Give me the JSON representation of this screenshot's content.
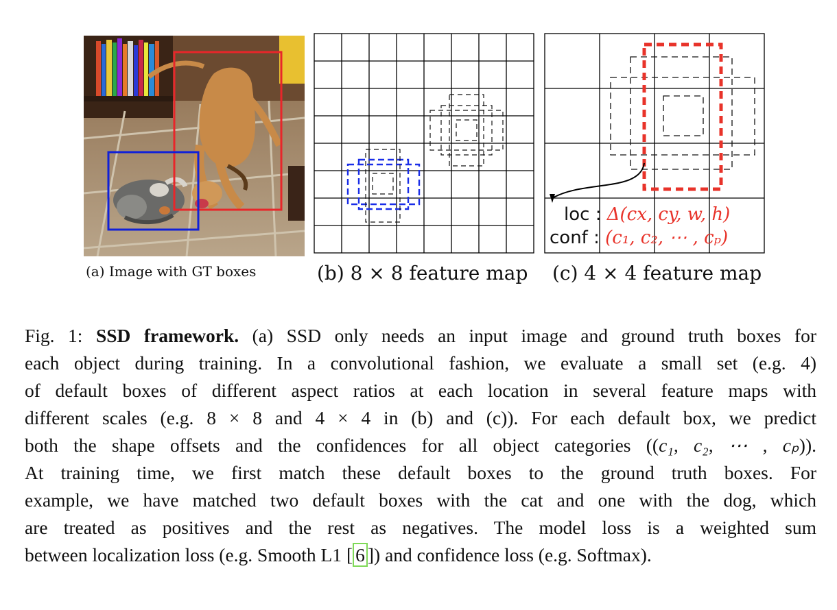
{
  "panels": {
    "a": {
      "caption": "(a) Image with GT boxes",
      "photo": "cat and dog on tiled floor with bookshelf",
      "gt_boxes": {
        "cat": "#1020d8",
        "dog": "#e8262a"
      }
    },
    "b": {
      "caption": "(b) 8 × 8 feature map"
    },
    "c": {
      "caption": "(c) 4 × 4 feature map",
      "loc_label": "loc :",
      "loc_math": "Δ(cx, cy, w, h)",
      "conf_label": "conf :",
      "conf_math": "(c₁, c₂, ⋯ , cₚ)"
    }
  },
  "caption": {
    "fig_label": "Fig. 1:",
    "title": "SSD framework.",
    "line1_rest": "(a) SSD only needs an input image and ground truth boxes for",
    "line2": "each object during training. In a convolutional fashion, we evaluate a small set (e.g. 4)",
    "line3": "of default boxes of different aspect ratios at each location in several feature maps with",
    "line4": "different scales (e.g. 8 × 8 and 4 × 4 in (b) and (c)). For each default box, we predict",
    "line5_a": "both the shape offsets and the confidences for all object categories ((",
    "line5_math": "c₁, c₂, ⋯ , cₚ",
    "line5_b": ")).",
    "line6": "At training time, we first match these default boxes to the ground truth boxes. For",
    "line7": "example, we have matched two default boxes with the cat and one with the dog, which",
    "line8": "are treated as positives and the rest as negatives. The model loss is a weighted sum",
    "line9_a": "between localization loss (e.g. Smooth L1 ",
    "ref": "6",
    "line9_b": ") and confidence loss (e.g. Softmax)."
  },
  "colors": {
    "gt_dog": "#e8262a",
    "gt_cat": "#1020d8",
    "matched_cat": "#1a2ee8",
    "matched_dog": "#e8332a",
    "citation_box": "#7ed957"
  }
}
